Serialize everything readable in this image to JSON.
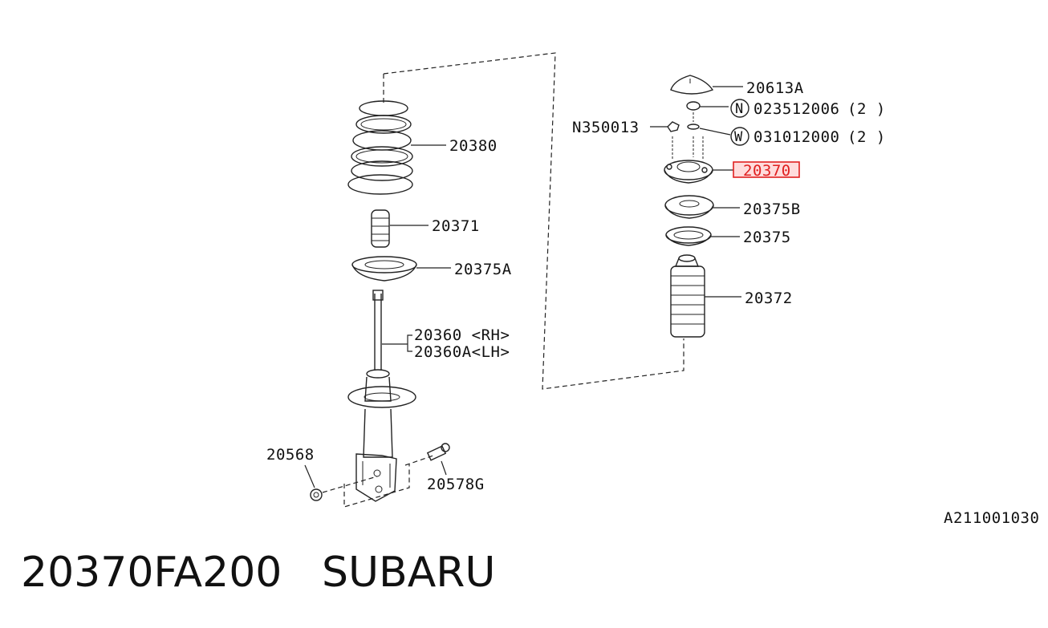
{
  "diagram": {
    "labels": {
      "l20613A": "20613A",
      "lN": "N",
      "l023512006": "023512006",
      "l023512006_qty": "(2 )",
      "lN350013": "N350013",
      "lW": "W",
      "l031012000": "031012000",
      "l031012000_qty": "(2 )",
      "l20370": "20370",
      "l20375B": "20375B",
      "l20375": "20375",
      "l20372": "20372",
      "l20380": "20380",
      "l20371": "20371",
      "l20375A": "20375A",
      "l20360": "20360 <RH>",
      "l20360A": "20360A<LH>",
      "l20568": "20568",
      "l20578G": "20578G"
    },
    "highlight_color": "#e02020",
    "reference_code": "A211001030"
  },
  "footer": {
    "part_number": "20370FA200",
    "brand": "SUBARU"
  }
}
